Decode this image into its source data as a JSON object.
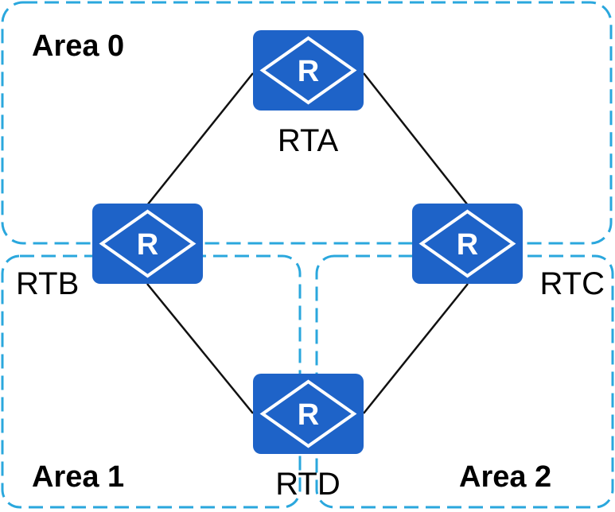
{
  "colors": {
    "area_border": "#2aa7dd",
    "router_fill": "#1e63c8",
    "router_symbol": "#ffffff",
    "link": "#111111",
    "background": "#ffffff"
  },
  "areas": [
    {
      "id": "area0",
      "label": "Area 0"
    },
    {
      "id": "area1",
      "label": "Area 1"
    },
    {
      "id": "area2",
      "label": "Area 2"
    }
  ],
  "routers": [
    {
      "id": "rta",
      "label": "RTA",
      "icon": "router-icon",
      "symbol": "R"
    },
    {
      "id": "rtb",
      "label": "RTB",
      "icon": "router-icon",
      "symbol": "R"
    },
    {
      "id": "rtc",
      "label": "RTC",
      "icon": "router-icon",
      "symbol": "R"
    },
    {
      "id": "rtd",
      "label": "RTD",
      "icon": "router-icon",
      "symbol": "R"
    }
  ],
  "links": [
    {
      "from": "RTA",
      "to": "RTB"
    },
    {
      "from": "RTA",
      "to": "RTC"
    },
    {
      "from": "RTB",
      "to": "RTD"
    },
    {
      "from": "RTC",
      "to": "RTD"
    }
  ]
}
